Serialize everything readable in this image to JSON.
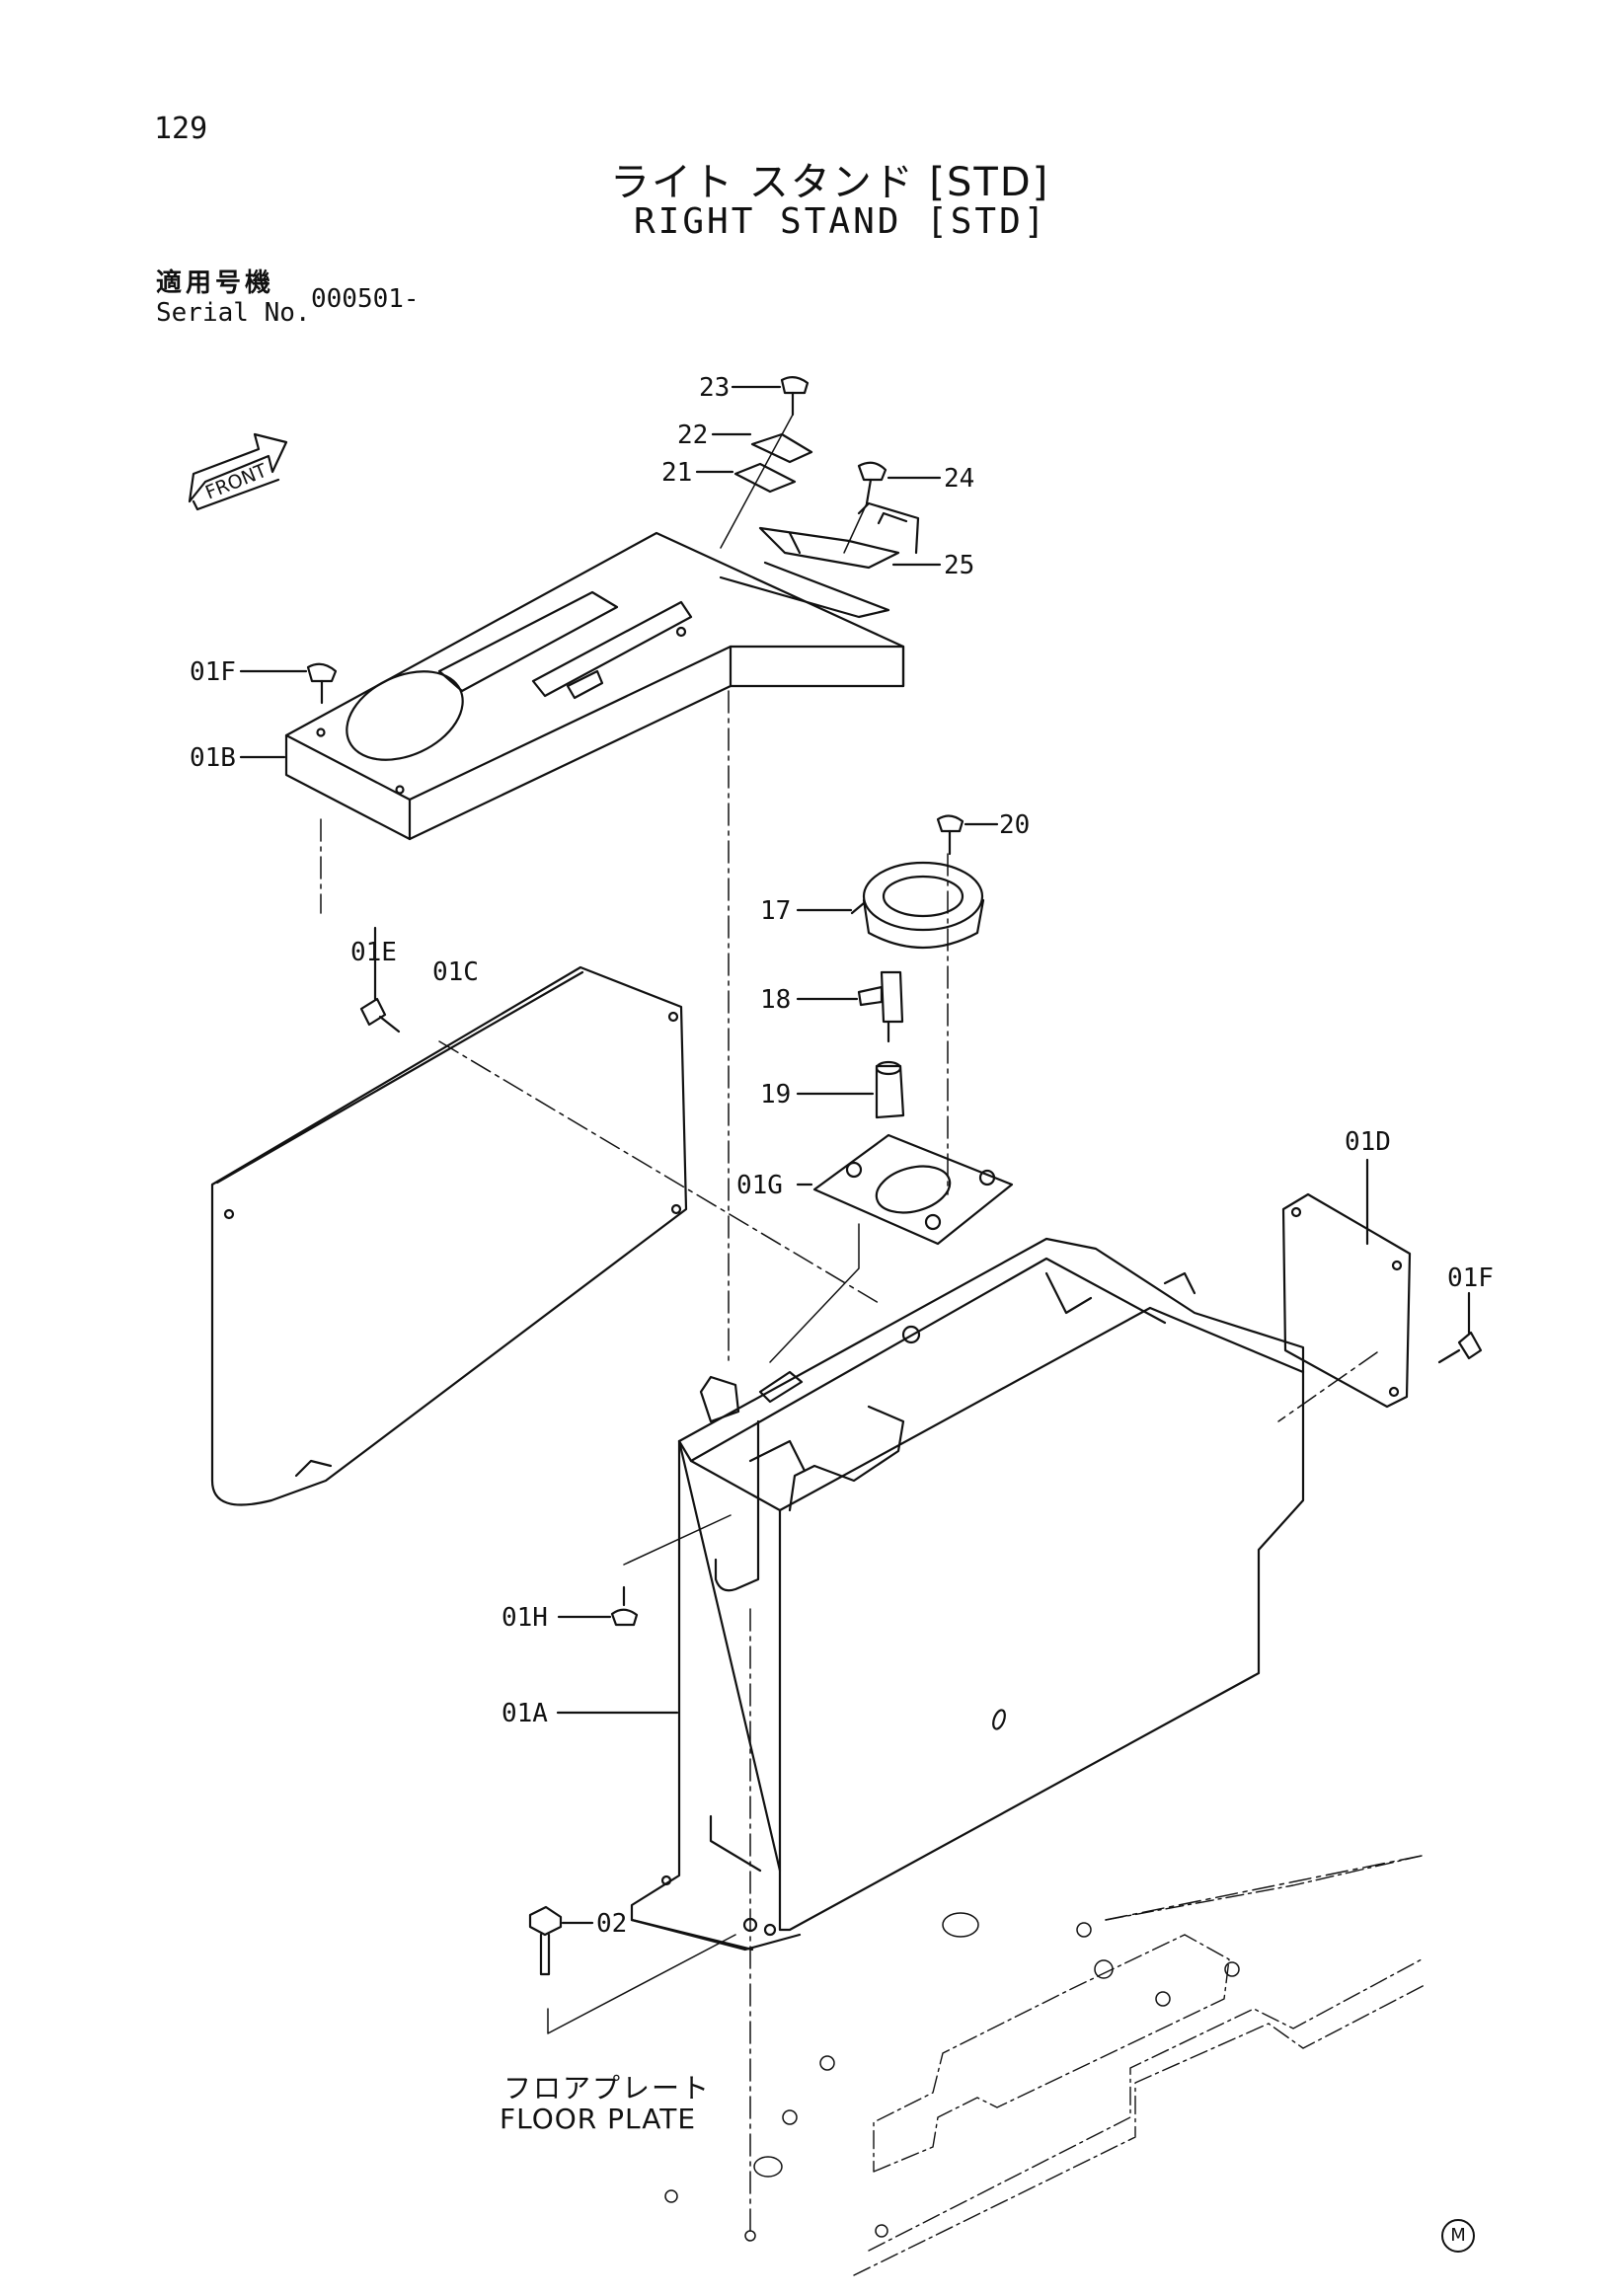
{
  "page_number": "129",
  "title": {
    "japanese": "ライト スタンド [STD]",
    "english": "RIGHT STAND [STD]"
  },
  "serial": {
    "label_japanese": "適用号機",
    "label_english": "Serial No.",
    "value": "000501-"
  },
  "front_indicator": "FRONT",
  "floor_plate": {
    "japanese": "フロアプレート",
    "english": "FLOOR PLATE"
  },
  "callouts": [
    "23",
    "22",
    "21",
    "24",
    "25",
    "01F",
    "01B",
    "20",
    "17",
    "18",
    "19",
    "01E",
    "01C",
    "01G",
    "01D",
    "01F",
    "01H",
    "01A",
    "02"
  ],
  "corner_mark": "M"
}
